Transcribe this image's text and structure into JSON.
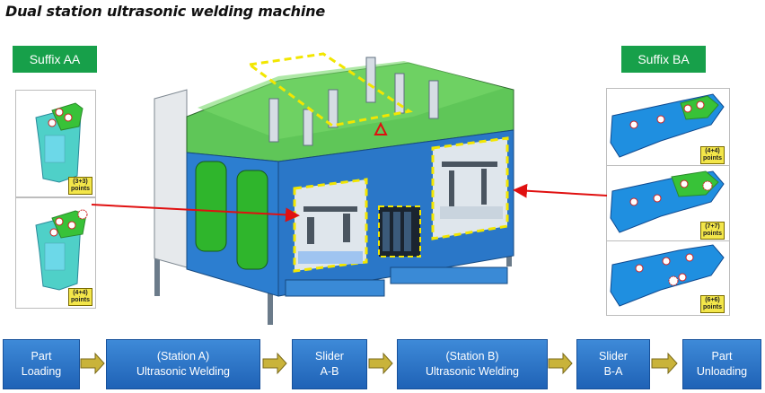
{
  "title": "Dual station ultrasonic welding machine",
  "suffix_left": "Suffix AA",
  "suffix_right": "Suffix BA",
  "left_parts": [
    {
      "badge_line1": "(3+3)",
      "badge_line2": "points"
    },
    {
      "badge_line1": "(4+4)",
      "badge_line2": "points"
    }
  ],
  "right_parts": [
    {
      "badge_line1": "(4+4)",
      "badge_line2": "points"
    },
    {
      "badge_line1": "(7+7)",
      "badge_line2": "points"
    },
    {
      "badge_line1": "(6+6)",
      "badge_line2": "points"
    }
  ],
  "flow": [
    {
      "line1": "Part",
      "line2": "Loading"
    },
    {
      "line1": "(Station A)",
      "line2": "Ultrasonic Welding"
    },
    {
      "line1": "Slider",
      "line2": "A-B"
    },
    {
      "line1": "(Station B)",
      "line2": "Ultrasonic Welding"
    },
    {
      "line1": "Slider",
      "line2": "B-A"
    },
    {
      "line1": "Part",
      "line2": "Unloading"
    }
  ],
  "colors": {
    "machine_blue": "#2a77c8",
    "guard_green": "#3ec23e",
    "highlight_yellow": "#f2e600",
    "flow_blue": "#2a74c8",
    "arrow_gold": "#c9b33a",
    "pointer_red": "#e01010"
  }
}
